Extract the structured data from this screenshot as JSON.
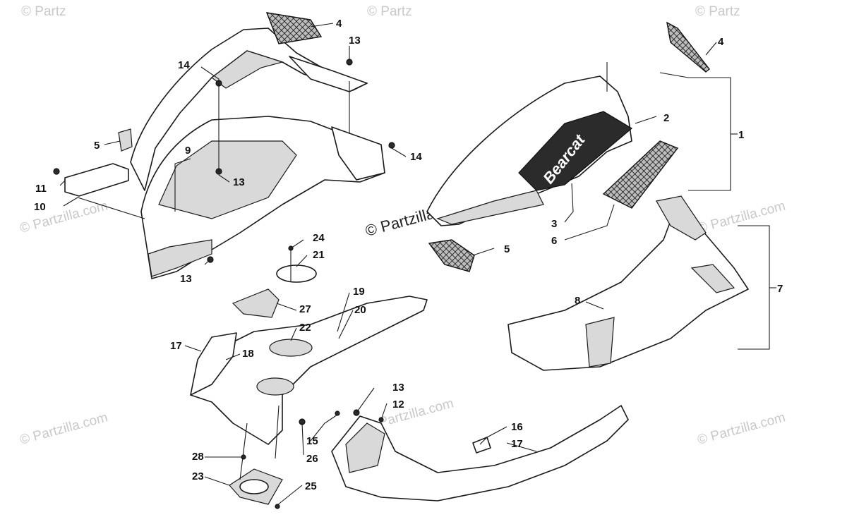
{
  "watermarks": {
    "main": "© Partzilla.com",
    "side": "© Partzilla.com",
    "partial": "© Partz"
  },
  "brand_decal": "Bearcat",
  "callouts": {
    "c1": "1",
    "c2": "2",
    "c3": "3",
    "c4a": "4",
    "c4b": "4",
    "c5a": "5",
    "c5b": "5",
    "c6": "6",
    "c7": "7",
    "c8": "8",
    "c9": "9",
    "c10": "10",
    "c11": "11",
    "c12": "12",
    "c13a": "13",
    "c13b": "13",
    "c13c": "13",
    "c13d": "13",
    "c14a": "14",
    "c14b": "14",
    "c15": "15",
    "c16": "16",
    "c17a": "17",
    "c17b": "17",
    "c18": "18",
    "c19": "19",
    "c20": "20",
    "c21": "21",
    "c22": "22",
    "c23": "23",
    "c24": "24",
    "c25": "25",
    "c26": "26",
    "c27": "27",
    "c28": "28"
  },
  "colors": {
    "line": "#1a1a1a",
    "watermark": "#c9c9c9",
    "background": "#ffffff"
  }
}
